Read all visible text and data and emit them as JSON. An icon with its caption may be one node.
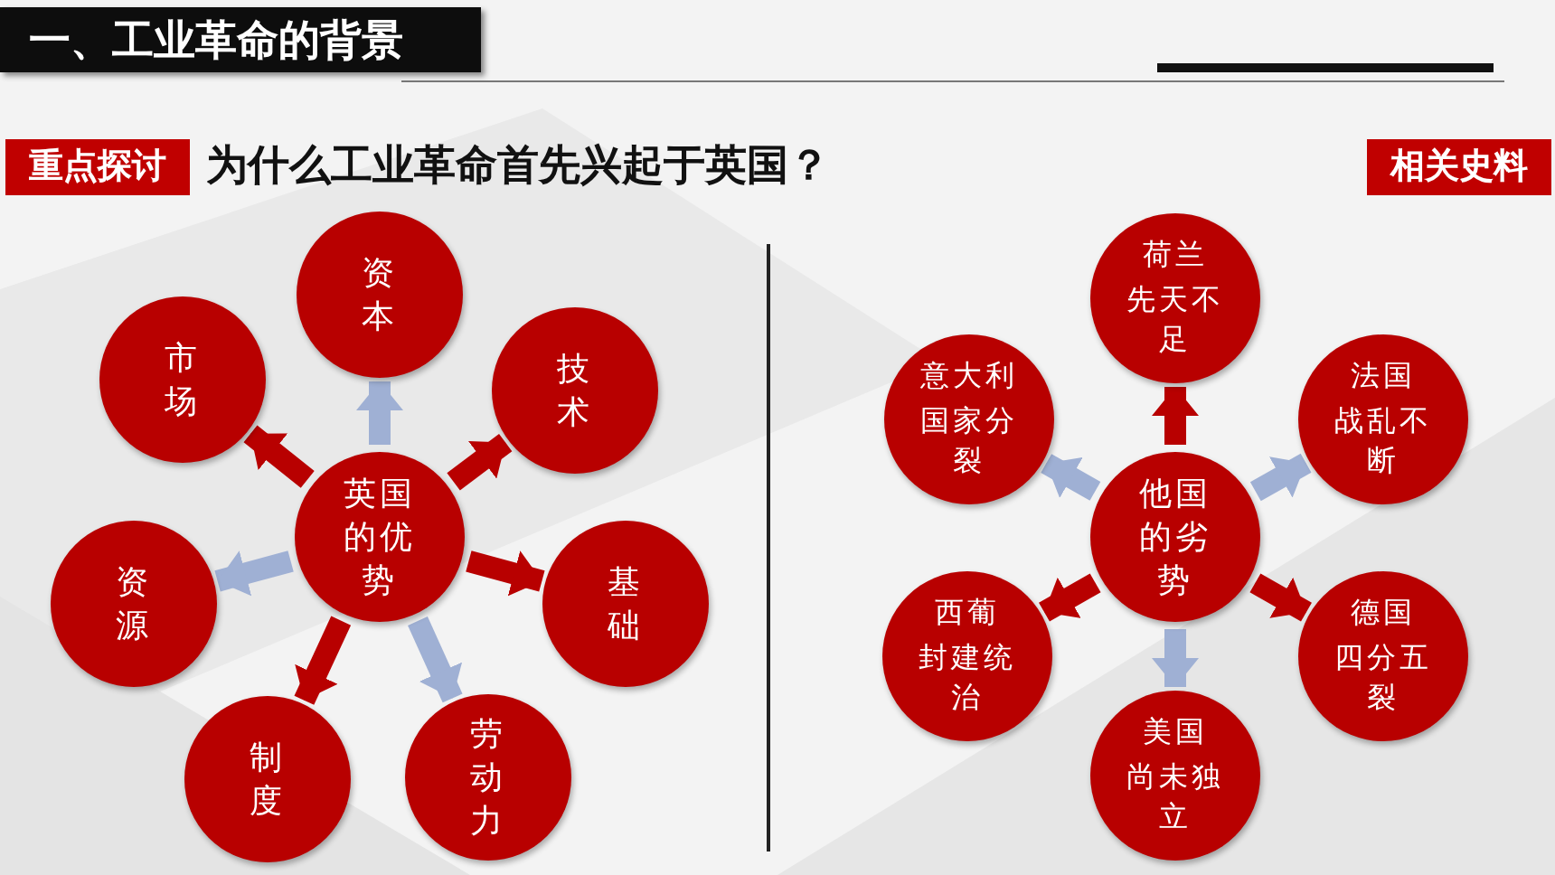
{
  "diagram": {
    "title": "一、工业革命的背景",
    "nodes": [
      {
        "text": [
          "英国的优势"
        ]
      },
      {
        "text": [
          "资本"
        ]
      },
      {
        "text": [
          "技术"
        ]
      },
      {
        "text": [
          "基础"
        ]
      },
      {
        "text": [
          "劳动力"
        ]
      },
      {
        "text": [
          "制度"
        ]
      },
      {
        "text": [
          "资源"
        ]
      },
      {
        "text": [
          "市场"
        ]
      },
      {
        "text": [
          "他国的劣势"
        ]
      },
      {
        "text": [
          "荷兰",
          "先天不足"
        ]
      },
      {
        "text": [
          "法国",
          "战乱不断"
        ]
      },
      {
        "text": [
          "德国",
          "四分五裂"
        ]
      },
      {
        "text": [
          "美国",
          "尚未独立"
        ]
      },
      {
        "text": [
          "西葡",
          "封建统治"
        ]
      },
      {
        "text": [
          "意大利",
          "国家分裂"
        ]
      }
    ],
    "edges": [
      {
        "from": 0,
        "to": 1,
        "arrow": "to",
        "color": "#9fb0d4"
      },
      {
        "from": 0,
        "to": 2,
        "arrow": "to"
      },
      {
        "from": 0,
        "to": 3,
        "arrow": "to"
      },
      {
        "from": 0,
        "to": 4,
        "arrow": "to",
        "color": "#9fb0d4"
      },
      {
        "from": 0,
        "to": 5,
        "arrow": "to"
      },
      {
        "from": 0,
        "to": 6,
        "arrow": "to",
        "color": "#9fb0d4"
      },
      {
        "from": 0,
        "to": 7,
        "arrow": "to"
      },
      {
        "from": 8,
        "to": 9,
        "arrow": "to"
      },
      {
        "from": 8,
        "to": 10,
        "arrow": "to",
        "color": "#9fb0d4"
      },
      {
        "from": 8,
        "to": 11,
        "arrow": "to"
      },
      {
        "from": 8,
        "to": 12,
        "arrow": "to",
        "color": "#9fb0d4"
      },
      {
        "from": 8,
        "to": 13,
        "arrow": "to"
      },
      {
        "from": 8,
        "to": 14,
        "arrow": "to",
        "color": "#9fb0d4"
      }
    ],
    "labels": [
      "重点探讨",
      "为什么工业革命首先兴起于英国？",
      "相关史料"
    ]
  }
}
